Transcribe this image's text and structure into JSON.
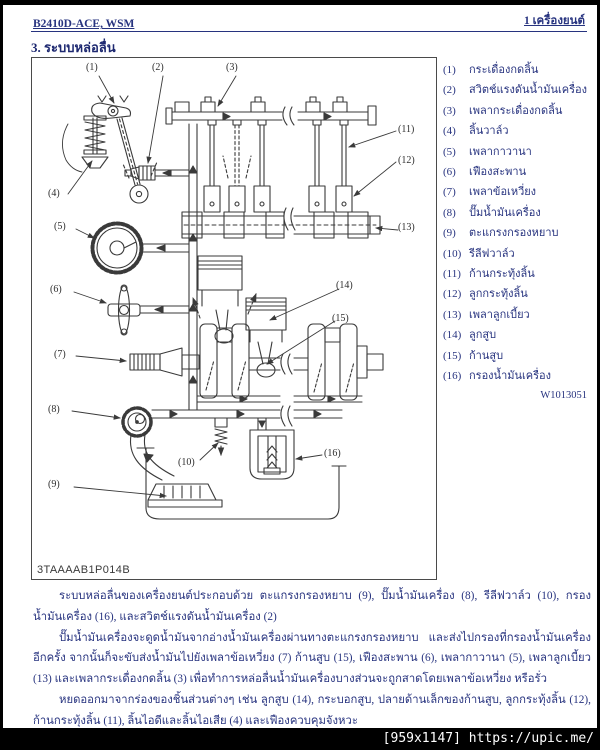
{
  "header": {
    "doc_code": "B2410D-ACE, WSM",
    "chapter": "1 เครื่องยนต์"
  },
  "section_title": "3. ระบบหล่อลื่น",
  "figure": {
    "code": "3TAAAAB1P014B",
    "ref_code": "W1013051",
    "callouts": [
      "(1)",
      "(2)",
      "(3)",
      "(4)",
      "(5)",
      "(6)",
      "(7)",
      "(8)",
      "(9)",
      "(10)",
      "(11)",
      "(12)",
      "(13)",
      "(14)",
      "(15)",
      "(16)"
    ]
  },
  "parts": {
    "items": [
      {
        "num": "(1)",
        "name": "กระเดื่องกดลิ้น"
      },
      {
        "num": "(2)",
        "name": "สวิตช์แรงดันน้ำมันเครื่อง"
      },
      {
        "num": "(3)",
        "name": "เพลากระเดื่องกดลิ้น"
      },
      {
        "num": "(4)",
        "name": "ลิ้นวาล์ว"
      },
      {
        "num": "(5)",
        "name": "เพลากาวานา"
      },
      {
        "num": "(6)",
        "name": "เฟืองสะพาน"
      },
      {
        "num": "(7)",
        "name": "เพลาข้อเหวี่ยง"
      },
      {
        "num": "(8)",
        "name": "ปั๊มน้ำมันเครื่อง"
      },
      {
        "num": "(9)",
        "name": "ตะแกรงกรองหยาบ"
      },
      {
        "num": "(10)",
        "name": "รีลีฟวาล์ว"
      },
      {
        "num": "(11)",
        "name": "ก้านกระทุ้งลิ้น"
      },
      {
        "num": "(12)",
        "name": "ลูกกระทุ้งลิ้น"
      },
      {
        "num": "(13)",
        "name": "เพลาลูกเบี้ยว"
      },
      {
        "num": "(14)",
        "name": "ลูกสูบ"
      },
      {
        "num": "(15)",
        "name": "ก้านสูบ"
      },
      {
        "num": "(16)",
        "name": "กรองน้ำมันเครื่อง"
      }
    ]
  },
  "body": {
    "p1": "ระบบหล่อลื่นของเครื่องยนต์ประกอบด้วย ตะแกรงกรองหยาบ (9), ปั๊มน้ำมันเครื่อง (8), รีลีฟวาล์ว (10), กรองน้ำมันเครื่อง (16), และสวิตช์แรงดันน้ำมันเครื่อง (2)",
    "p2": "ปั๊มน้ำมันเครื่องจะดูดน้ำมันจากอ่างน้ำมันเครื่องผ่านทางตะแกรงกรองหยาบ และส่งไปกรองที่กรองน้ำมันเครื่องอีกครั้ง จากนั้นก็จะขับส่งน้ำมันไปยังเพลาข้อเหวี่ยง (7) ก้านสูบ (15), เฟืองสะพาน (6), เพลากาวานา (5), เพลาลูกเบี้ยว (13) และเพลากระเดื่องกดลิ้น (3) เพื่อทำการหล่อลื่นน้ำมันเครื่องบางส่วนจะถูกสาดโดยเพลาข้อเหวี่ยง หรือรั่ว",
    "p3": "หยดออกมาจากร่องของชิ้นส่วนต่างๆ เช่น ลูกสูบ (14), กระบอกสูบ, ปลายด้านเล็กของก้านสูบ, ลูกกระทุ้งลิ้น (12), ก้านกระทุ้งลิ้น (11), ลิ้นไอดีและลิ้นไอเสีย (4) และเฟืองควบคุมจังหวะ"
  },
  "footer": {
    "text": "[959x1147] https://upic.me/"
  },
  "colors": {
    "ink": "#27337f",
    "line": "#3a3a3a",
    "page_bg": "#ffffff",
    "frame_bg": "#000000"
  }
}
